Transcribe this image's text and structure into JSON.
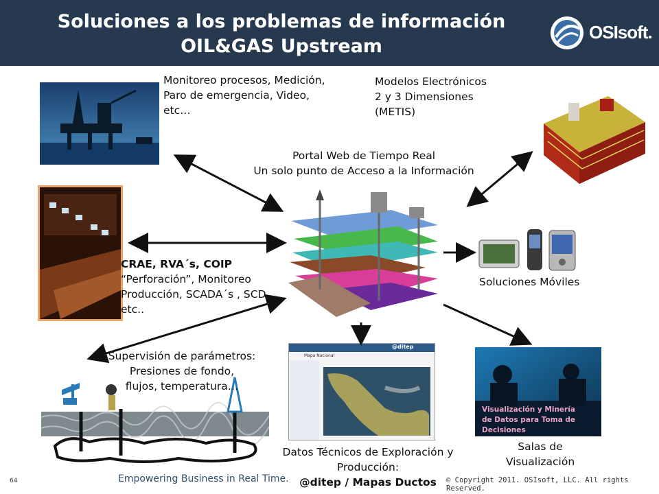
{
  "header": {
    "title_line1": "Soluciones a los problemas de información",
    "title_line2": "OIL&GAS Upstream",
    "logo_text": "OSIsoft.",
    "bg_color": "#27394f"
  },
  "labels": {
    "monitoreo": [
      "Monitoreo procesos, Medición,",
      "Paro de emergencia, Video,",
      "etc…"
    ],
    "modelos": [
      "Modelos Electrónicos",
      "2 y 3 Dimensiones",
      "(METIS)"
    ],
    "portal": [
      "Portal Web de Tiempo Real",
      "Un solo punto de Acceso a la Información"
    ],
    "crae": [
      "CRAE, RVA´s, COIP",
      "“Perforación”, Monitoreo",
      "Producción, SCADA´s , SCD,",
      "etc.."
    ],
    "moviles": "Soluciones Móviles",
    "supervision": [
      "Supervisión de parámetros:",
      "Presiones de fondo,",
      "flujos, temperatura…"
    ],
    "datos": [
      "Datos Técnicos de Exploración y",
      "Producción:",
      "@ditep / Mapas Ductos"
    ],
    "salas": [
      "Salas de",
      "Visualización"
    ],
    "visualizacion_overlay": [
      "Visualización y Minería",
      "de Datos para Toma de",
      "Decisiones"
    ],
    "ditep_logo": "@ditep",
    "ditep_subtitle": "Mapa Nacional"
  },
  "footer": {
    "page_number": "64",
    "tagline": "Empowering Business in Real Time.",
    "copyright": "© Copyright 2011. OSIsoft, LLC. All rights Reserved."
  }
}
